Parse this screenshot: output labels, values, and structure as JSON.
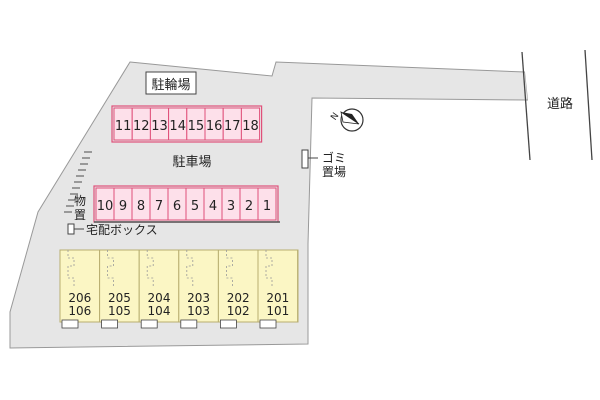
{
  "labels": {
    "bicycle_parking": "駐輪場",
    "parking_lot": "駐車場",
    "road": "道路",
    "garbage_line1": "ゴミ",
    "garbage_line2": "置場",
    "storage_line1": "物",
    "storage_line2": "置",
    "delivery_box": "宅配ボックス",
    "north": "N"
  },
  "parking_upper": [
    "11",
    "12",
    "13",
    "14",
    "15",
    "16",
    "17",
    "18"
  ],
  "parking_lower": [
    "10",
    "9",
    "8",
    "7",
    "6",
    "5",
    "4",
    "3",
    "2",
    "1"
  ],
  "units": [
    {
      "upper": "206",
      "lower": "106"
    },
    {
      "upper": "205",
      "lower": "105"
    },
    {
      "upper": "204",
      "lower": "104"
    },
    {
      "upper": "203",
      "lower": "103"
    },
    {
      "upper": "202",
      "lower": "102"
    },
    {
      "upper": "201",
      "lower": "101"
    }
  ],
  "colors": {
    "parking_fill": "#fde0ea",
    "parking_stroke": "#e0507a",
    "unit_fill": "#fbf6c4",
    "unit_stroke": "#b8ae70",
    "site_fill": "#e6e6e6",
    "site_stroke": "#999999"
  }
}
